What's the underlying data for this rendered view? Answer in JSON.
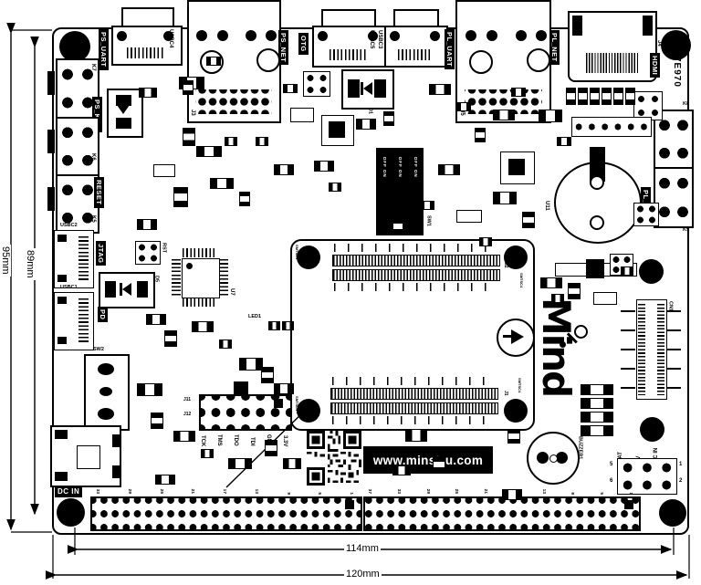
{
  "board": {
    "brand": "Mind",
    "website": "www.minstru.com",
    "model": "7E970"
  },
  "dimensions": {
    "outer_height": "95mm",
    "inner_height": "89mm",
    "inner_width": "114mm",
    "outer_width": "120mm"
  },
  "connector_tags": {
    "ps_uart": "PS_UART",
    "ps_net": "PS_NET",
    "otg": "OTG",
    "pl_uart": "PL_UART",
    "pl_net": "PL_NET",
    "hdmi": "HDMI",
    "ps_key": "PS_KEY",
    "reset": "RESET",
    "jtag": "JTAG",
    "pd": "PD",
    "pl_key": "PL_KEY",
    "dc_in": "DC IN"
  },
  "refdes": {
    "k7": "K7",
    "k6": "K6",
    "k5": "K5",
    "k8": "K8",
    "k9": "K9",
    "usbc1": "USBC1",
    "usbc2": "USBC2",
    "usbc3": "USBC3",
    "usbc4": "USBC4",
    "usbc5": "USBC5",
    "j1": "J1",
    "j2": "J2",
    "j3": "J3",
    "j4": "J4",
    "j5": "J5",
    "j11": "J11",
    "j12": "J12",
    "u7": "U7",
    "u11": "U11",
    "cn1": "CN1",
    "d1": "D1",
    "d5": "D5",
    "led1": "LED1",
    "rst": "RST",
    "sw1": "SW1",
    "sw2": "SW2",
    "buzzer1": "BUZZER1",
    "som_connector": "SMTSC4"
  },
  "jtag_header": {
    "pins": [
      "TCK",
      "TMS",
      "TDO",
      "TDI",
      "GND",
      "3.3V"
    ]
  },
  "power_jumper": {
    "options": [
      "BAT",
      "5V",
      "DC IN"
    ],
    "pin_numbers": [
      "5",
      "6",
      "1",
      "2"
    ]
  },
  "boot_switch": {
    "legend": [
      "OFF ON",
      "OFF ON",
      "OFF ON"
    ]
  },
  "expansion_headers": {
    "left_pin_numbers": [
      "33",
      "29",
      "25",
      "21",
      "17",
      "13",
      "9",
      "5",
      "1"
    ],
    "right_pin_numbers": [
      "37",
      "33",
      "29",
      "25",
      "21",
      "17",
      "13",
      "9",
      "5",
      "1"
    ]
  }
}
